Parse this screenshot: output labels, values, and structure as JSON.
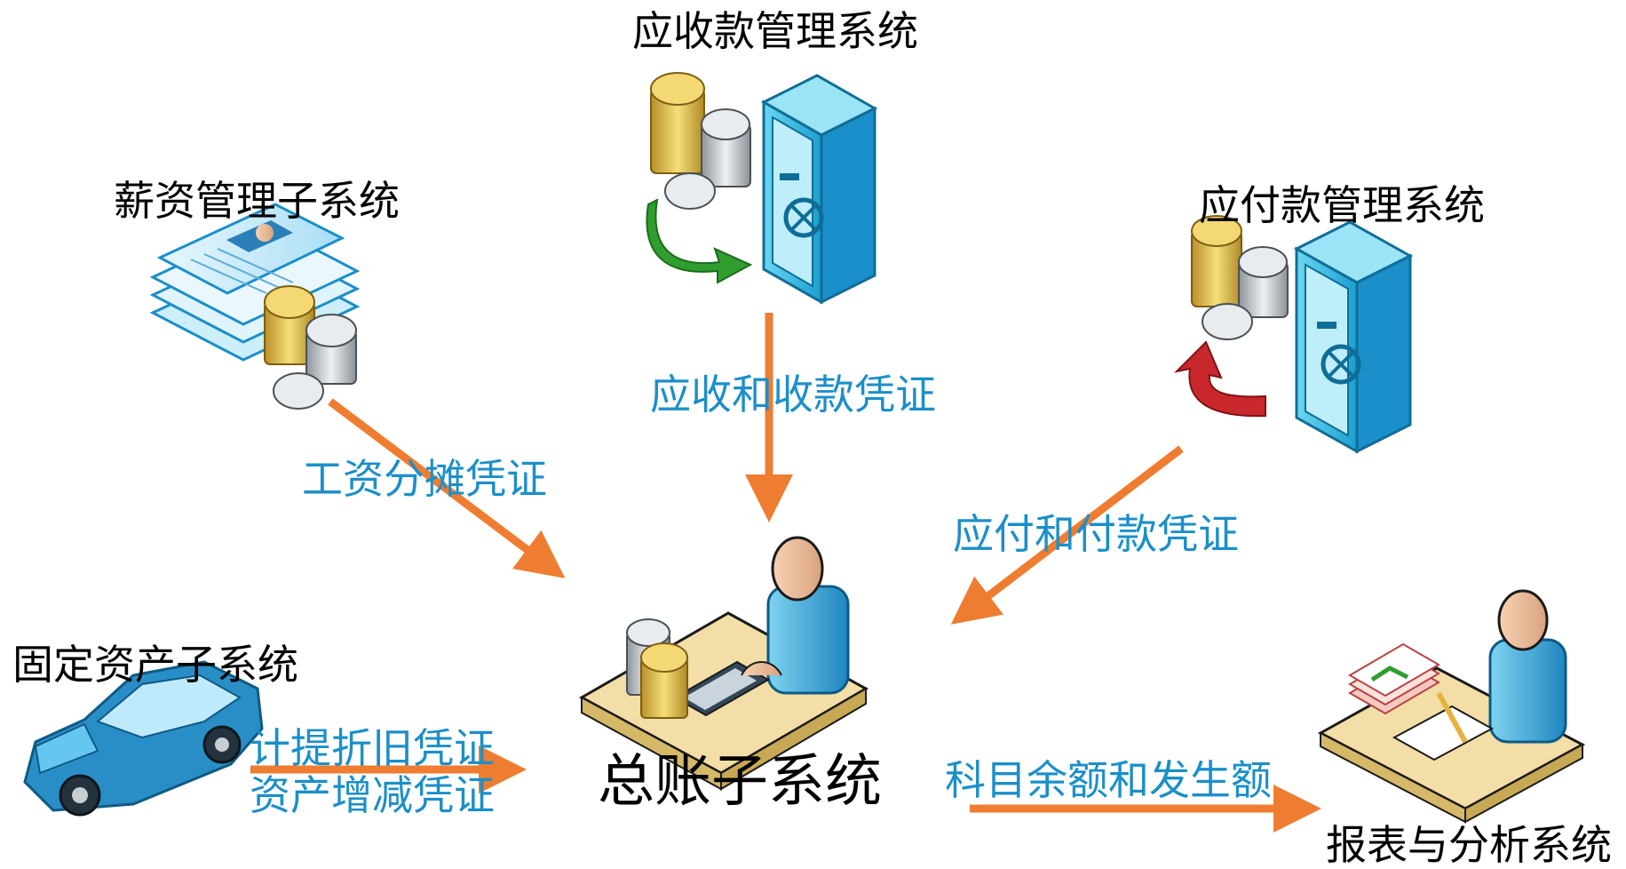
{
  "nodes": {
    "salary": "薪资管理子系统",
    "receivable": "应收款管理系统",
    "payable": "应付款管理系统",
    "fixed_assets": "固定资产子系统",
    "general_ledger": "总账子系统",
    "reports": "报表与分析系统"
  },
  "flows": {
    "salary_to_gl": "工资分摊凭证",
    "receivable_to_gl": "应收和收款凭证",
    "payable_to_gl": "应付和付款凭证",
    "assets_to_gl_1": "计提折旧凭证",
    "assets_to_gl_2": "资产增减凭证",
    "gl_to_reports": "科目余额和发生额"
  },
  "colors": {
    "arrow": "#ee7d31",
    "flow_text": "#1b8fc9",
    "safe": "#3cc1e8",
    "coin_gold": "#e6c34a",
    "coin_silver": "#c9cfd4",
    "green_arrow": "#2f9e2f",
    "red_arrow": "#c8282c"
  },
  "icons": [
    "salary-documents-icon",
    "safe-icon",
    "coins-icon",
    "green-curved-arrow-icon",
    "red-curved-arrow-icon",
    "car-icon",
    "accountant-desk-icon",
    "report-analyst-icon"
  ]
}
